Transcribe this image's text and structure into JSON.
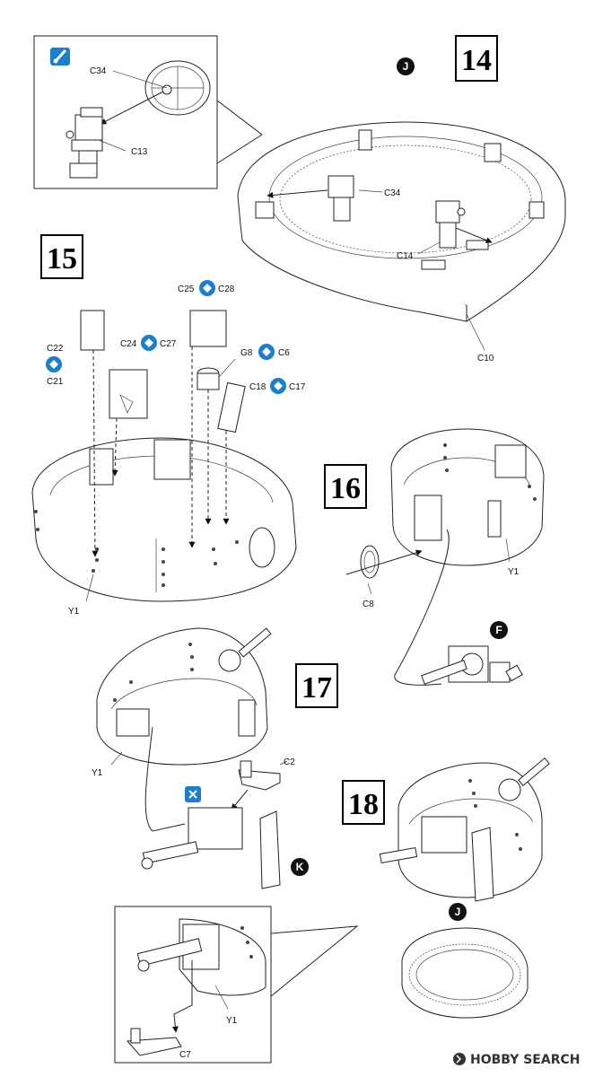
{
  "steps": [
    "14",
    "15",
    "16",
    "17",
    "18"
  ],
  "markers": {
    "J": "J",
    "F": "F",
    "K": "K"
  },
  "labels": {
    "c34_inset": "C34",
    "c13": "C13",
    "c34_main": "C34",
    "c14": "C14",
    "c10": "C10",
    "c25": "C25",
    "c28": "C28",
    "c22": "C22",
    "c21": "C21",
    "c24": "C24",
    "c27": "C27",
    "g8": "G8",
    "c6": "C6",
    "c18": "C18",
    "c17": "C17",
    "y1_15": "Y1",
    "y1_16": "Y1",
    "c8": "C8",
    "y1_17": "Y1",
    "c2": "C2",
    "y1_inset": "Y1",
    "c7": "C7"
  },
  "watermark": "HOBBY SEARCH",
  "colors": {
    "symbol_blue": "#1a7fd1",
    "marker_black": "#111111"
  },
  "icons": [
    "paint-brush-icon",
    "swap-part-icon",
    "optional-parts-icon"
  ]
}
